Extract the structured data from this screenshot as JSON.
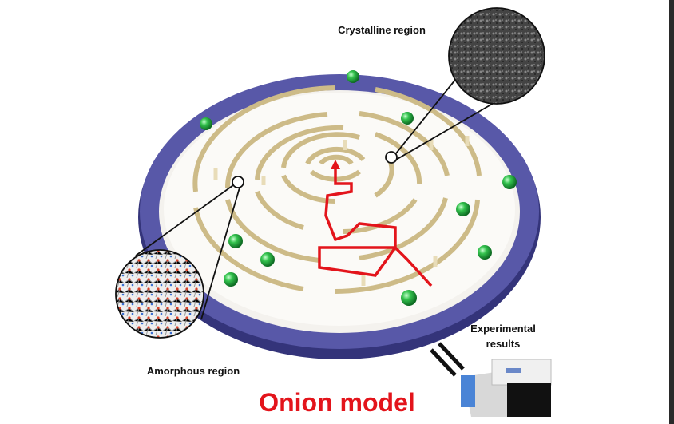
{
  "labels": {
    "crystalline": "Crystalline region",
    "amorphous": "Amorphous region",
    "experimental": "Experimental results",
    "title": "Onion model"
  },
  "colors": {
    "ring": "#4a4a9a",
    "maze_wall": "#d8c99a",
    "path": "#e3141b",
    "ball": "#2fbf4a",
    "title": "#e3141b"
  }
}
